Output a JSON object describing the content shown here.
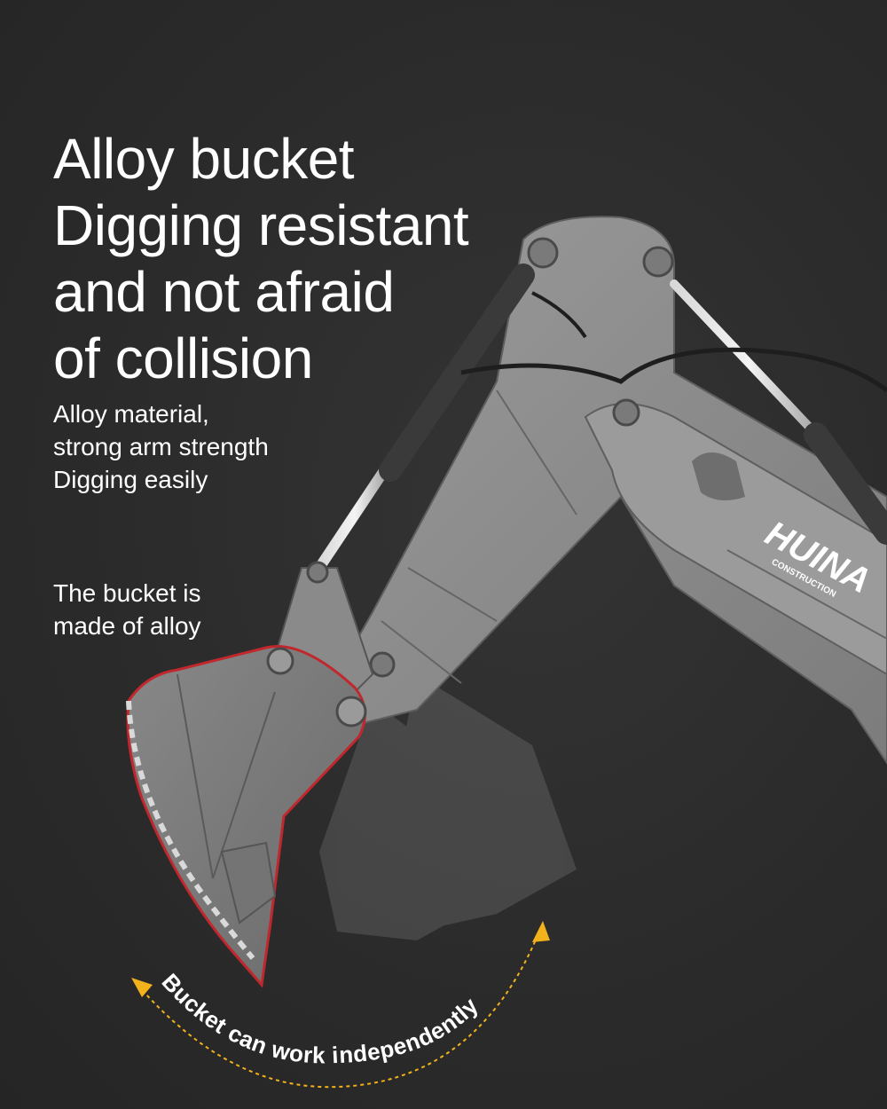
{
  "headline": [
    "Alloy bucket",
    "Digging resistant",
    "and not afraid",
    "of collision"
  ],
  "features": [
    "Alloy material,",
    "strong arm strength",
    "Digging easily"
  ],
  "bucket_note": [
    "The bucket is",
    "made of alloy"
  ],
  "arc_caption": "Bucket can work independently",
  "brand": {
    "logo": "HUINA",
    "sub": "CONSTRUCTION"
  },
  "colors": {
    "background": "#2a2a2a",
    "arm": "#8d8d8d",
    "accent_arrow": "#f2b21b",
    "bucket_outline": "#c0282d",
    "text": "#ffffff"
  }
}
